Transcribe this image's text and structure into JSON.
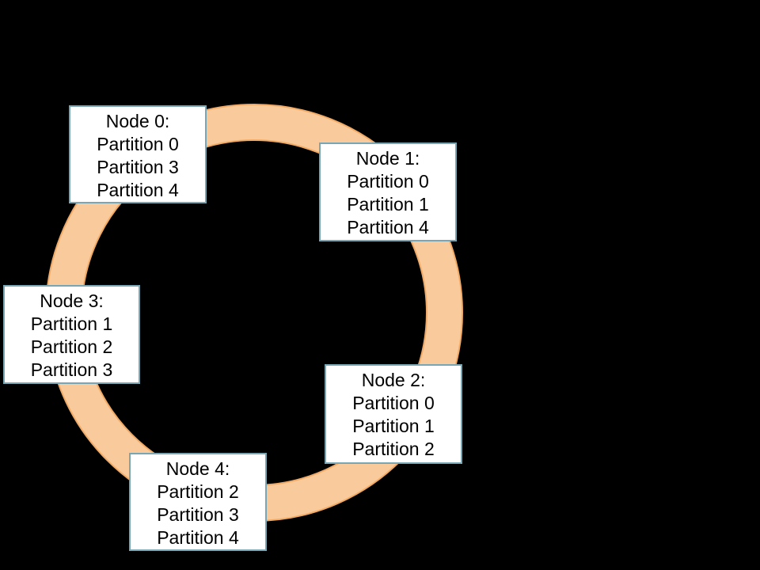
{
  "ring": {
    "description": "partition-ring"
  },
  "nodes": [
    {
      "title": "Node 0:",
      "partitions": [
        "Partition 0",
        "Partition 3",
        "Partition 4"
      ]
    },
    {
      "title": "Node 1:",
      "partitions": [
        "Partition 0",
        "Partition 1",
        "Partition 4"
      ]
    },
    {
      "title": "Node 2:",
      "partitions": [
        "Partition 0",
        "Partition 1",
        "Partition 2"
      ]
    },
    {
      "title": "Node 3:",
      "partitions": [
        "Partition 1",
        "Partition 2",
        "Partition 3"
      ]
    },
    {
      "title": "Node 4:",
      "partitions": [
        "Partition 2",
        "Partition 3",
        "Partition 4"
      ]
    }
  ],
  "colors": {
    "background": "#000000",
    "ring_fill": "#f9cb9c",
    "ring_stroke": "#f2ab66",
    "box_bg": "#ffffff",
    "box_border": "#79a6b5",
    "text": "#000000"
  }
}
